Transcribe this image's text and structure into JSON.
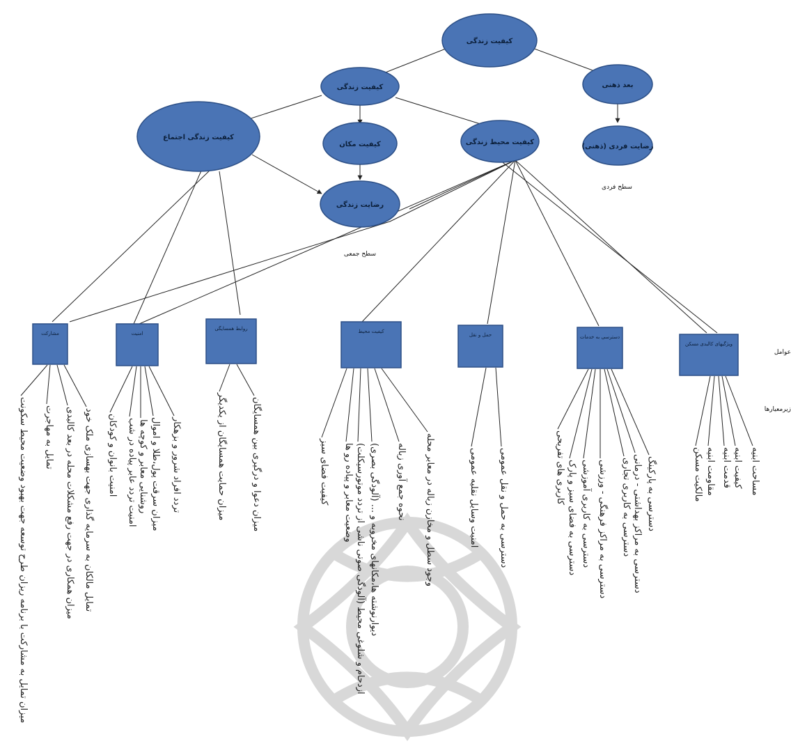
{
  "nodes": {
    "root": "کیفیت زندگی",
    "objective": "کیفیت زندگی",
    "subjective": "بعد ذهنی",
    "individual": "رضایت فردی (ذهنی)",
    "social": "کیفیت زندگی اجتماع",
    "place": "کیفیت مکان",
    "env": "کیفیت محیط زندگی",
    "satisfaction": "رضایت زندگی"
  },
  "captions": {
    "individual_level": "سطح فردی",
    "community_level": "سطح جمعی",
    "factors": "عوامل",
    "sub_factors": "زیرمعیارها"
  },
  "factors": [
    {
      "label": "مشارکت",
      "subs": [
        "میزان تمایل به مشارکت با برنامه ریزان طرح توسعه جهت بهبود وضعیت محیط سکونت",
        "تمایل به مهاجرت",
        "میزان همکاری در جهت رفع مشکلات محله در بعد کالبدی",
        "تمایل مالکان به سرمایه گذاری جهت بهسازی ملک خود"
      ]
    },
    {
      "label": "امنیت",
      "subs": [
        "امنیت بانوان و کودکان",
        "امنیت تردد عابر پیاده در شب",
        "روشنایی معابر و کوچه ها",
        "میزان سرقت پول،طلا و اموال",
        "تردد افراد شرور و بزهکار"
      ]
    },
    {
      "label": "روابط همسایگی",
      "subs": [
        "میزان حمایت همسایگان از یکدیگر",
        "میزان دعوا و درگیری بین همسایگان"
      ]
    },
    {
      "label": "کیفیت محیط",
      "subs": [
        "کیفیت فضای سبز",
        "وضعیت معابر و پیاده رو ها",
        "ازدحام و شلوغی محیط (آلودگی صوتی ناشی از تردد موتورسیکلت)",
        "دیوارنوشته ها،مکانهای مخروبه و ... (آلودگی بصری)",
        "نحوه جمع آوری زباله",
        "وجود سطل و مخازن زباله در معابر محله"
      ]
    },
    {
      "label": "حمل و نقل",
      "subs": [
        "امنیت وسایل نقلیه عمومی",
        "دسترسی به حمل و نقل عمومی"
      ]
    },
    {
      "label": "دسترسی به خدمات",
      "subs": [
        "کاربری های تفریحی",
        "دسترسی به فضای سبز و پارک",
        "دسترسی به کاربری آموزشی",
        "دسترسی به مراکز فرهنگی - ورزشی",
        "دسترسی به کاربری تجاری",
        "دسترسی به مراکز بهداشتی - درمانی",
        "دسترسی به پارکینگ"
      ]
    },
    {
      "label": "ویژگیهای کالبدی مسکن",
      "subs": [
        "مالکیت مسکن",
        "مقاومت ابنیه",
        "قدمت ابنیه",
        "کیفیت ابنیه",
        "مساحت ابنیه"
      ]
    }
  ]
}
